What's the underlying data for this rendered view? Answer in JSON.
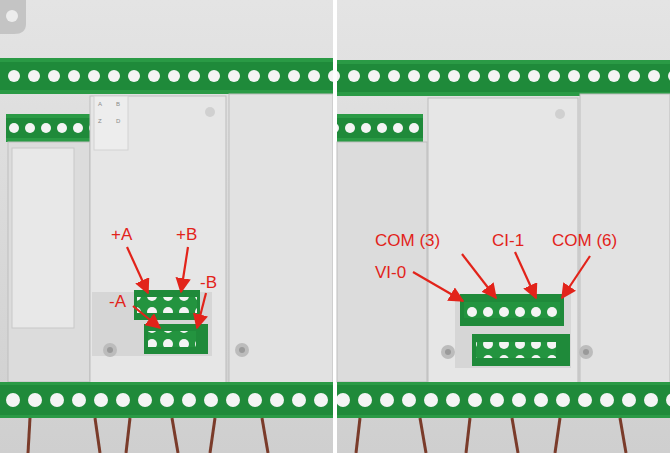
{
  "diagram": {
    "labels": [
      "A",
      "B",
      "Z",
      "D",
      "+A",
      "+B",
      "-A",
      "-B",
      "COM (3)",
      "CI-1",
      "COM (6)",
      "VI-0"
    ]
  }
}
